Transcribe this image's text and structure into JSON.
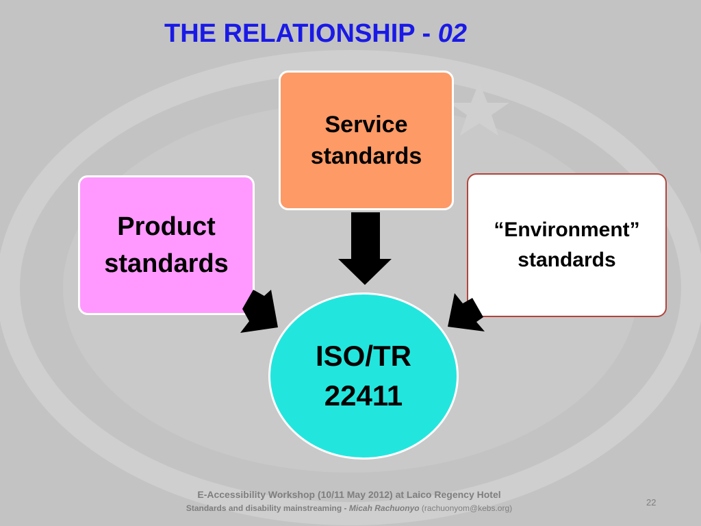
{
  "title": {
    "main": "THE RELATIONSHIP - ",
    "number": "02"
  },
  "boxes": {
    "service": {
      "line1": "Service",
      "line2": "standards",
      "color": "#fd9a66"
    },
    "product": {
      "line1": "Product",
      "line2": "standards",
      "color": "#ff99ff"
    },
    "environment": {
      "line1": "“Environment”",
      "line2": "standards",
      "color": "#ffffff"
    }
  },
  "center": {
    "line1": "ISO/TR",
    "line2": "22411",
    "color": "#22e6de"
  },
  "footer": {
    "line1": "E-Accessibility Workshop (10/11 May 2012) at Laico Regency Hotel",
    "line2_prefix": "Standards and disability mainstreaming  - ",
    "author": "Micah Rachuonyo",
    "email": " (rachuonyom@kebs.org)"
  },
  "page_number": "22",
  "colors": {
    "title": "#1a1ae6",
    "background": "#c3c3c3",
    "arrow": "#000000"
  }
}
